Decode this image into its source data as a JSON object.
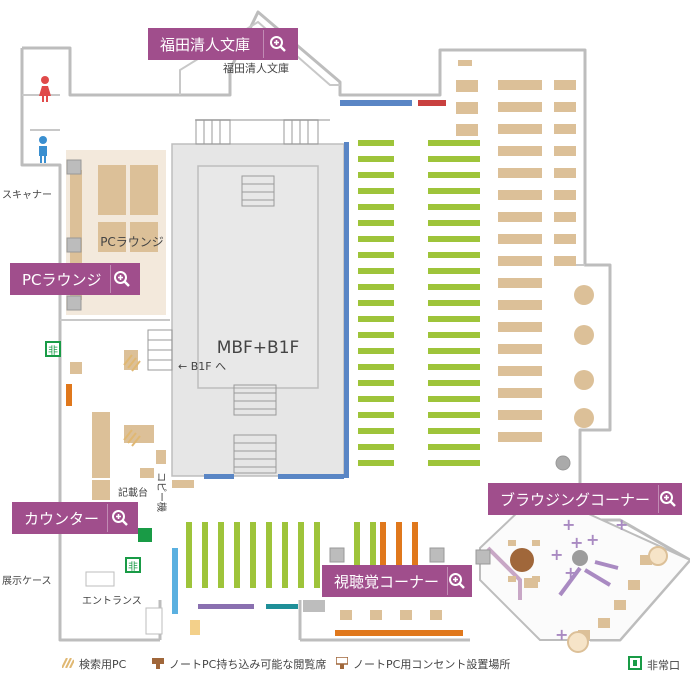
{
  "floor_label": "MBF+B1F",
  "room_labels": {
    "fukuda_caption": "福田清人文庫",
    "pc_lounge": "PCラウンジ",
    "b1f_arrow": "← B1F へ",
    "scanner": "スキャナー",
    "copy_machine": "コピー機",
    "writing_desk": "記載台",
    "display_case": "展示ケース",
    "entrance": "エントランス"
  },
  "callouts": {
    "fukuda": "福田清人文庫",
    "pc_lounge": "PCラウンジ",
    "counter": "カウンター",
    "browsing": "ブラウジングコーナー",
    "av": "視聴覚コーナー"
  },
  "legend": {
    "search_pc": "検索用PC",
    "laptop_seat": "ノートPC持ち込み可能な閲覧席",
    "outlet_seat": "ノートPC用コンセント設置場所",
    "emergency_exit": "非常口"
  },
  "colors": {
    "callout": "#a04e8c",
    "wall": "#bdbdbd",
    "shelf_green": "#9ec43a",
    "desk_tan": "#dcc098",
    "stair_block": "#e6e6e6",
    "counter_green": "#199b46",
    "blue_bar": "#5a86c5",
    "red_bar": "#c9413f",
    "orange_bar": "#e0781c",
    "teal_bar": "#1f8f98",
    "purple_bar": "#8a70b0",
    "lounge_bg": "#f3e9dc"
  },
  "icons": {
    "zoom": "magnifier-plus-icon",
    "female_restroom": "female-restroom-icon",
    "male_restroom": "male-restroom-icon",
    "emergency_exit": "emergency-exit-icon"
  }
}
